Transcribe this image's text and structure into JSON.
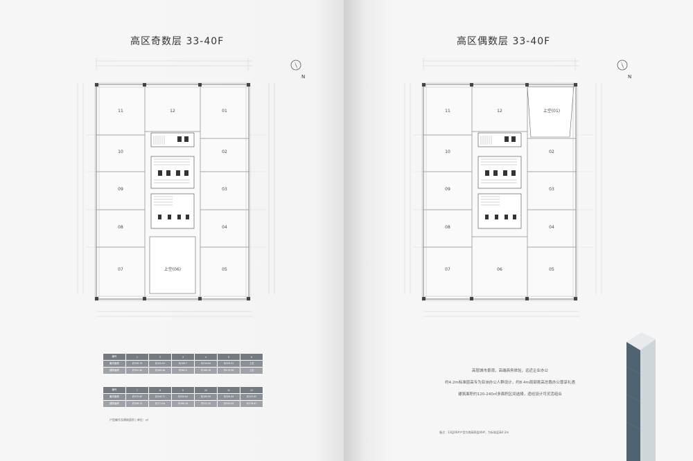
{
  "left_page": {
    "title": "高区奇数层 33-40F",
    "north_label": "N",
    "core_label": "上空(06)",
    "units": [
      "11",
      "12",
      "01",
      "10",
      "02",
      "09",
      "03",
      "08",
      "04",
      "07",
      "05"
    ],
    "table1": {
      "header": [
        "编号",
        "1",
        "2",
        "3",
        "4",
        "5",
        "6"
      ],
      "row1": [
        "套内面积",
        "约139.75",
        "约131.51",
        "约195.7",
        "约114.64",
        "约120.31",
        "上空"
      ],
      "row2": [
        "建筑面积",
        "约201.36",
        "约189.48",
        "约282.0",
        "约165.18",
        "约173.35",
        "上空"
      ]
    },
    "table2": {
      "header": [
        "编号",
        "7",
        "8",
        "9",
        "10",
        "11",
        "12"
      ],
      "row1": [
        "套内面积",
        "约172.60",
        "约118.71",
        "约114.64",
        "约153.59",
        "约153.34",
        "约121.92"
      ],
      "row2": [
        "建筑面积",
        "约248.70",
        "约171.04",
        "约165.18",
        "约221.30",
        "约220.93",
        "约175.67"
      ]
    },
    "note": "户型编号及建筑面积 | 单位：㎡"
  },
  "right_page": {
    "title": "高区偶数层 33-40F",
    "north_label": "N",
    "void_label": "上空(01)",
    "units": [
      "11",
      "12",
      "10",
      "02",
      "09",
      "03",
      "08",
      "04",
      "07",
      "06",
      "05"
    ],
    "desc": [
      "高层城市景观，高端商务体验，远近企业办公",
      "约4.2m标准层高专为亚洲办公人群设计，约8.4m局部挑高总裁办公尊享礼遇",
      "建筑面积约120-240㎡多面积区间选择，适经设计可灵活组合"
    ],
    "note": "备注：33层06#户型为挑高两层06#，为标准层高4.2m"
  }
}
